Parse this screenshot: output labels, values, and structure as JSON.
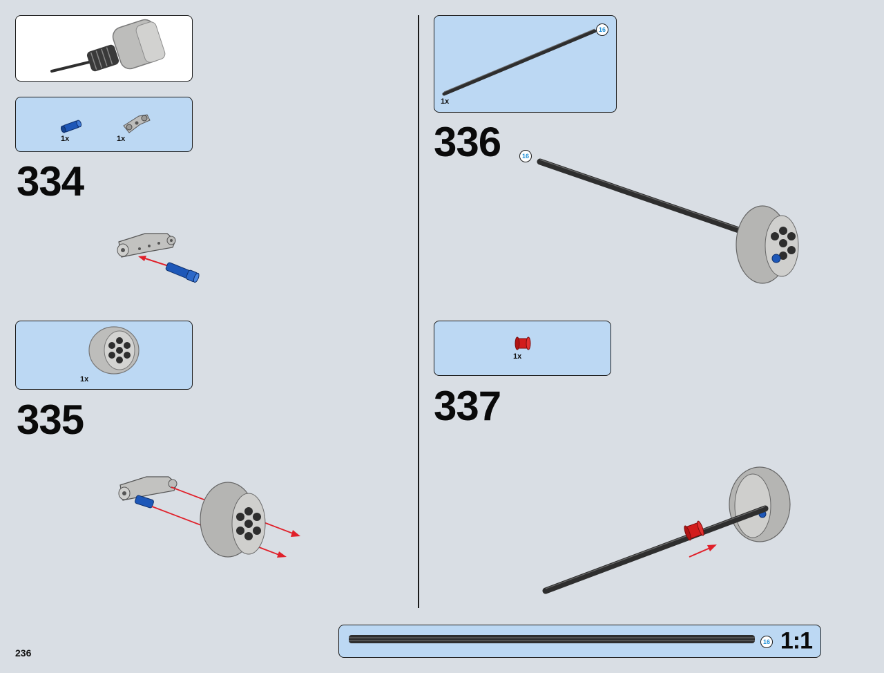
{
  "page": {
    "number": "236"
  },
  "callouts": {
    "submodel_preview": {},
    "parts_334": {
      "items": [
        {
          "qty": "1x",
          "part": "blue-connector-pin"
        },
        {
          "qty": "1x",
          "part": "gray-angled-beam"
        }
      ]
    },
    "parts_335": {
      "items": [
        {
          "qty": "1x",
          "part": "gray-wheel-hub"
        }
      ]
    },
    "parts_336": {
      "items": [
        {
          "qty": "1x",
          "part": "axle-16",
          "length_badge": "16"
        }
      ]
    },
    "parts_337": {
      "items": [
        {
          "qty": "1x",
          "part": "red-bush"
        }
      ]
    }
  },
  "steps": [
    {
      "number": "334"
    },
    {
      "number": "335"
    },
    {
      "number": "336",
      "length_badge": "16"
    },
    {
      "number": "337"
    }
  ],
  "scale_bar": {
    "length_badge": "16",
    "scale": "1:1"
  },
  "colors": {
    "background": "#d9dee4",
    "callout_blue": "#bcd8f3",
    "arrow_red": "#e0202a",
    "part_blue": "#1d57b8",
    "part_gray": "#b8b8b6",
    "axle_dark": "#2e2e2e",
    "badge_text": "#1f8fd6"
  }
}
